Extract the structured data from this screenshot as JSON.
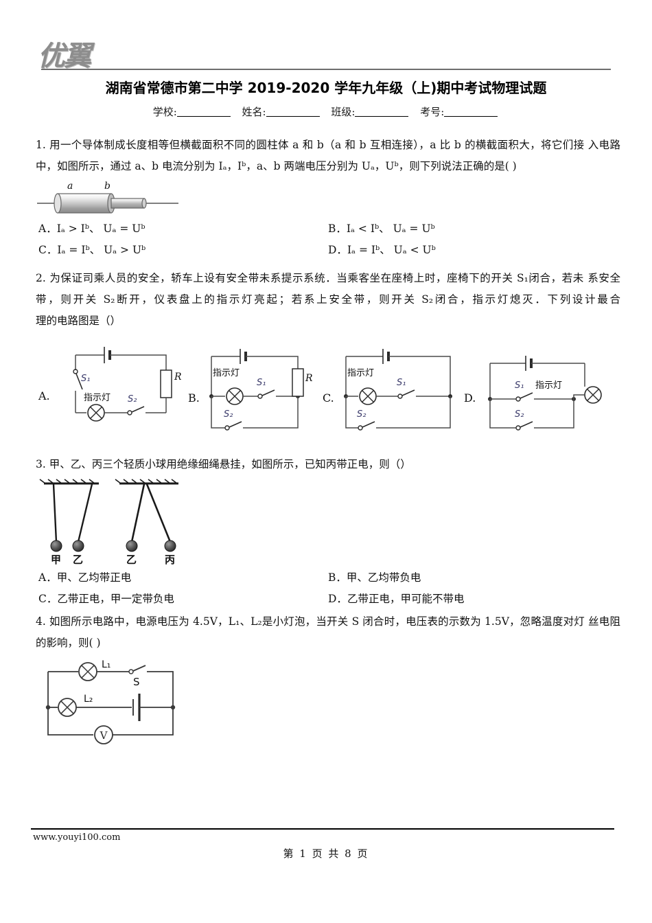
{
  "header": {
    "logo": "优翼",
    "title": "湖南省常德市第二中学 2019-2020 学年九年级（上)期中考试物理试题",
    "info": {
      "school_label": "学校:",
      "name_label": "姓名:",
      "class_label": "班级:",
      "exam_no_label": "考号:"
    }
  },
  "questions": [
    {
      "number": "1.",
      "text_line1": "用一个导体制成长度相等但横截面积不同的圆柱体 a 和 b（a 和 b 互相连接），a 比 b 的横截面积大，将它们接",
      "text_line2": "入电路中，如图所示，通过 a、b 电流分别为 Iₐ，Iᵇ，a、b 两端电压分别为 Uₐ，Uᵇ，则下列说法正确的是(   )",
      "figure": {
        "label_a": "a",
        "label_b": "b"
      },
      "options": [
        {
          "letter": "A．",
          "text": "Iₐ > Iᵇ、 Uₐ = Uᵇ"
        },
        {
          "letter": "B．",
          "text": "Iₐ < Iᵇ、 Uₐ = Uᵇ"
        },
        {
          "letter": "C．",
          "text": "Iₐ = Iᵇ、 Uₐ > Uᵇ"
        },
        {
          "letter": "D．",
          "text": "Iₐ = Iᵇ、 Uₐ < Uᵇ"
        }
      ]
    },
    {
      "number": "2.",
      "text_line1": "为保证司乘人员的安全，轿车上设有安全带未系提示系统．当乘客坐在座椅上时，座椅下的开关 S₁闭合，若未",
      "text_line2": "系安全带，则开关 S₂断开，仪表盘上的指示灯亮起；若系上安全带，则开关 S₂闭合，指示灯熄灭．下列设计最合",
      "text_line3": "理的电路图是（）",
      "circuits": [
        {
          "letter": "A.",
          "lamp_label": "指示灯",
          "switch1": "S₁",
          "switch2": "S₂",
          "resistor": "R"
        },
        {
          "letter": "B.",
          "lamp_label": "指示灯",
          "switch1": "S₁",
          "switch2": "S₂",
          "resistor": "R"
        },
        {
          "letter": "C.",
          "lamp_label": "指示灯",
          "switch1": "S₁",
          "switch2": "S₂",
          "resistor": ""
        },
        {
          "letter": "D.",
          "lamp_label": "指示灯",
          "switch1": "S₁",
          "switch2": "S₂",
          "resistor": ""
        }
      ]
    },
    {
      "number": "3.",
      "text_line1": "甲、乙、丙三个轻质小球用绝缘细绳悬挂，如图所示，已知丙带正电，则（）",
      "figure": {
        "ball1": "甲",
        "ball2": "乙",
        "ball3": "乙",
        "ball4": "丙"
      },
      "options": [
        {
          "letter": "A．",
          "text": "甲、乙均带正电"
        },
        {
          "letter": "B．",
          "text": "甲、乙均带负电"
        },
        {
          "letter": "C．",
          "text": "乙带正电，甲一定带负电"
        },
        {
          "letter": "D．",
          "text": "乙带正电，甲可能不带电"
        }
      ]
    },
    {
      "number": "4.",
      "text_line1": "如图所示电路中，电源电压为 4.5V，L₁、L₂是小灯泡，当开关 S 闭合时，电压表的示数为 1.5V，忽略温度对灯",
      "text_line2": "丝电阻的影响，则(   )",
      "figure": {
        "lamp1": "L₁",
        "lamp2": "L₂",
        "switch": "S",
        "voltmeter": "V"
      }
    }
  ],
  "footer": {
    "url": "www.youyi100.com",
    "page_info": "第 1 页 共 8 页"
  },
  "colors": {
    "logo_gray": "#8d8d8d",
    "text_black": "#111111",
    "switch_label": "#3b3b6b"
  }
}
